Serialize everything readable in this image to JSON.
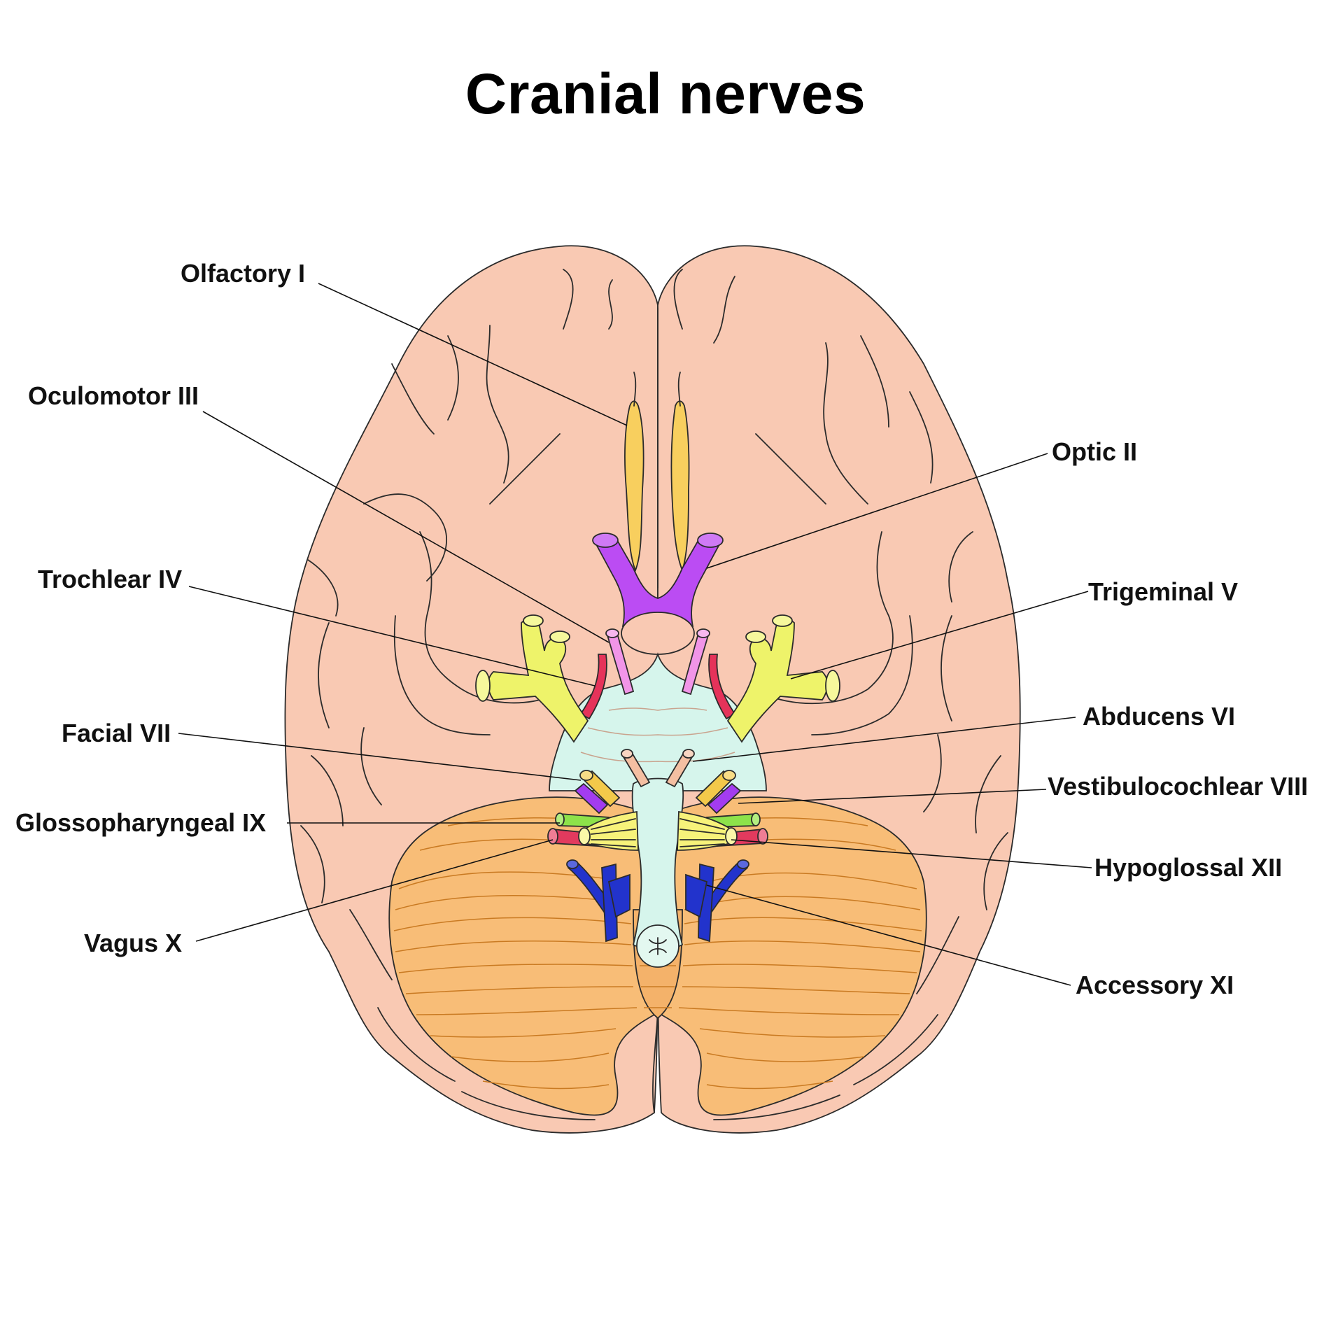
{
  "title": "Cranial nerves",
  "colors": {
    "brain": "#f9c9b3",
    "cerebellum": "#f8bd77",
    "brainstem": "#d6f5ec",
    "olfactory": "#f8cf5e",
    "optic": "#bb4cf3",
    "oculomotor": "#f195e8",
    "trochlear": "#e5335a",
    "trigeminal": "#eef36a",
    "abducens": "#f4bfa2",
    "facial": "#f3c94a",
    "vestibulocochlear": "#a33cf0",
    "glossopharyngeal": "#8de24a",
    "vagus": "#e23a5e",
    "accessory": "#2233cc",
    "hypoglossal": "#f7f27a"
  },
  "labels": {
    "olfactory": "Olfactory I",
    "oculomotor": "Oculomotor III",
    "optic": "Optic II",
    "trochlear": "Trochlear IV",
    "trigeminal": "Trigeminal V",
    "facial": "Facial VII",
    "abducens": "Abducens VI",
    "vestibulocochlear": "Vestibulocochlear VIII",
    "glossopharyngeal": "Glossopharyngeal IX",
    "hypoglossal": "Hypoglossal XII",
    "vagus": "Vagus X",
    "accessory": "Accessory XI"
  }
}
